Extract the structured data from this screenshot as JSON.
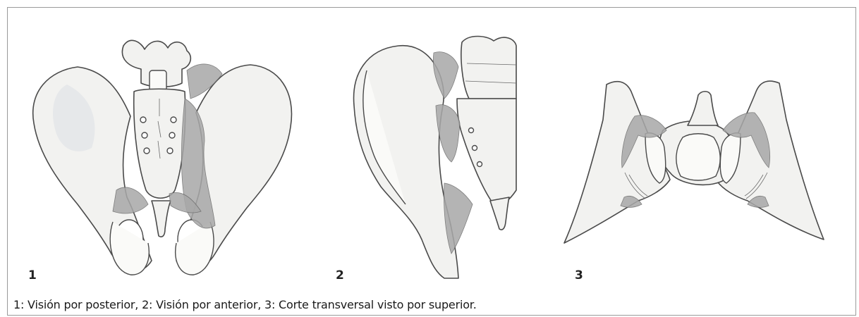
{
  "panels": [
    {
      "number": "1"
    },
    {
      "number": "2"
    },
    {
      "number": "3"
    }
  ],
  "caption": "1: Visión por posterior, 2: Visión por anterior, 3: Corte transversal visto por superior.",
  "colors": {
    "bone": "#f2f2f0",
    "ligament": "#a8a8a8",
    "outline": "#4a4a4a"
  }
}
